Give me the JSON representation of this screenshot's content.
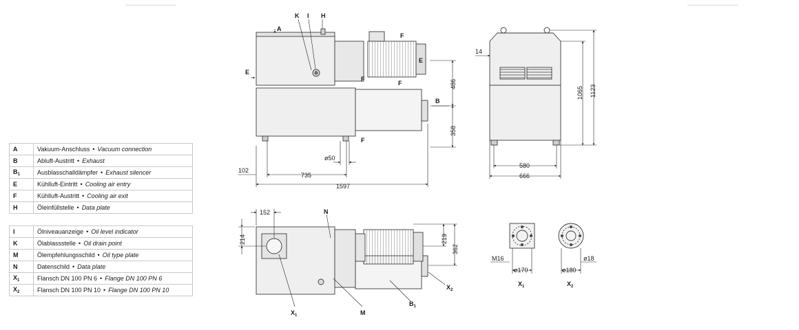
{
  "legend_table_1": [
    {
      "key": "A",
      "key_sub": "",
      "de": "Vakuum-Anschluss",
      "en": "Vacuum connection"
    },
    {
      "key": "B",
      "key_sub": "",
      "de": "Abluft-Austritt",
      "en": "Exhaust"
    },
    {
      "key": "B",
      "key_sub": "1",
      "de": "Ausblasschalldämpfer",
      "en": "Exhaust silencer"
    },
    {
      "key": "E",
      "key_sub": "",
      "de": "Kühlluft-Eintritt",
      "en": "Cooling air entry"
    },
    {
      "key": "F",
      "key_sub": "",
      "de": "Kühlluft-Austritt",
      "en": "Cooling air exit"
    },
    {
      "key": "H",
      "key_sub": "",
      "de": "Öleinfüllstelle",
      "en": "Data plate"
    }
  ],
  "legend_table_2": [
    {
      "key": "I",
      "key_sub": "",
      "de": "Ölniveauanzeige",
      "en": "Oil level indicator"
    },
    {
      "key": "K",
      "key_sub": "",
      "de": "Ölablassstelle",
      "en": "Oil drain point"
    },
    {
      "key": "M",
      "key_sub": "",
      "de": "Ölempfehlungsschild",
      "en": "Oil type plate"
    },
    {
      "key": "N",
      "key_sub": "",
      "de": "Datenschild",
      "en": "Data plate"
    },
    {
      "key": "X",
      "key_sub": "1",
      "de": "Flansch DN 100 PN 6",
      "en": "Flange DN 100 PN 6"
    },
    {
      "key": "X",
      "key_sub": "2",
      "de": "Flansch DN 100 PN 10",
      "en": "Flange DN 100 PN 10"
    }
  ],
  "separator": "•",
  "drawing": {
    "front_view": {
      "labels": {
        "k": "K",
        "i": "I",
        "h": "H",
        "a": "A",
        "e": "E",
        "f": "F",
        "b": "B"
      },
      "dims": {
        "d102": "102",
        "d735": "735",
        "d1597": "1597",
        "d50": "ø50",
        "d486": "486",
        "d358": "358"
      }
    },
    "side_view": {
      "dims": {
        "d14": "14",
        "d1065": "1065",
        "d1123": "1123",
        "d580": "580",
        "d666": "666"
      }
    },
    "top_view": {
      "labels": {
        "n": "N",
        "x1": "X",
        "x1_sub": "1",
        "x2": "X",
        "x2_sub": "2",
        "m": "M",
        "b1": "B",
        "b1_sub": "1"
      },
      "dims": {
        "d152": "152",
        "d214": "214",
        "d219": "219",
        "d362": "362"
      }
    },
    "flange_details": {
      "x1": {
        "thread": "M16",
        "diameter": "ø170",
        "name": "X",
        "sub": "1"
      },
      "x2": {
        "hole": "ø18",
        "diameter": "ø180",
        "name": "X",
        "sub": "2"
      }
    }
  }
}
